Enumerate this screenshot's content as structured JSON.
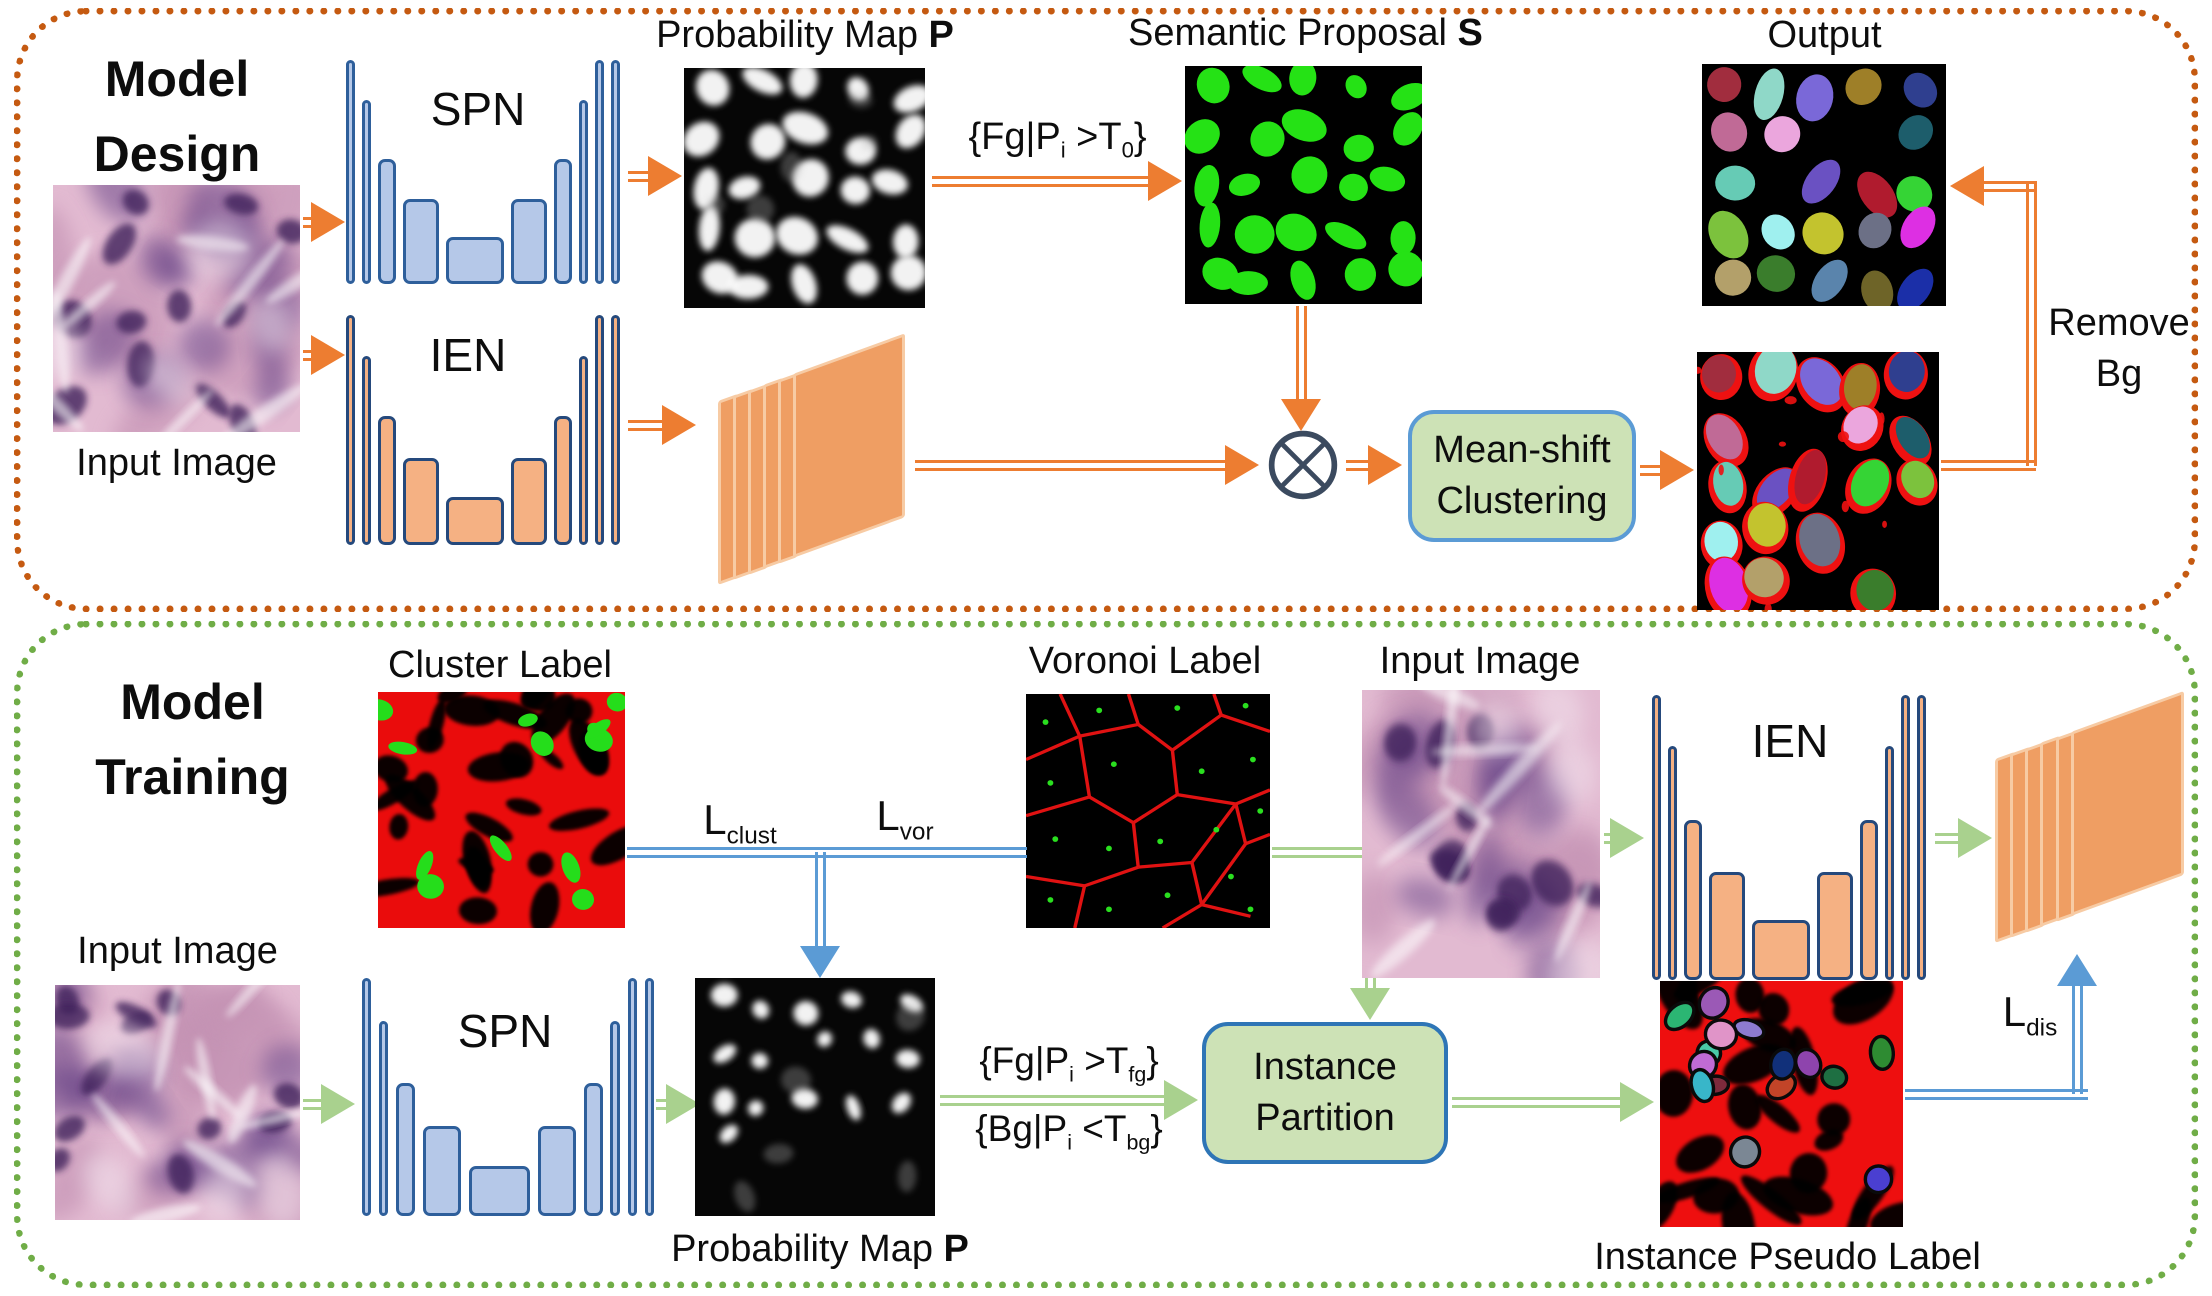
{
  "colors": {
    "design_border": "#c55a11",
    "training_border": "#70ad47",
    "orange_arrow": "#ed7d31",
    "green_arrow": "#a9d18e",
    "blue_line": "#5b9bd5",
    "spn_fill": "#b5c8e8",
    "spn_border": "#2e5f9b",
    "ien_fill": "#f5b183",
    "ien_border": "#25497c",
    "stack_fill": "#ef9e63",
    "stack_edge": "#f7cba4",
    "box_fill": "#cde2b6",
    "meanshift_border": "#5b9bd5",
    "partition_border": "#2e75b6",
    "otimes_stroke": "#3b4a5f"
  },
  "icons": {
    "multiply_icon": "⊗"
  },
  "design": {
    "title": [
      "Model",
      "Design"
    ],
    "input_image_label": "Input Image",
    "spn_label": "SPN",
    "ien_label": "IEN",
    "prob_map_label": {
      "text": "Probability Map ",
      "bold": "P"
    },
    "fg_rule": {
      "pre": "{Fg|P",
      "sub_i": "i",
      "mid": " >T",
      "sub_t": "0",
      "post": "}"
    },
    "semantic_label": {
      "text": "Semantic Proposal ",
      "bold": "S"
    },
    "output_label": "Output",
    "meanshift": [
      "Mean-shift",
      "Clustering"
    ],
    "remove_bg": [
      "Remove",
      "Bg"
    ]
  },
  "training": {
    "title": [
      "Model",
      "Training"
    ],
    "cluster_label": "Cluster Label",
    "voronoi_label": "Voronoi Label",
    "input_image_label_left": "Input Image",
    "input_image_label_right": "Input Image",
    "spn_label": "SPN",
    "ien_label": "IEN",
    "prob_map_label": {
      "text": "Probability Map ",
      "bold": "P"
    },
    "loss_clust": {
      "pre": "L",
      "sub": "clust"
    },
    "loss_vor": {
      "pre": "L",
      "sub": "vor"
    },
    "loss_dis": {
      "pre": "L",
      "sub": "dis"
    },
    "fg_rule": {
      "pre": "{Fg|P",
      "sub_i": "i",
      "mid": " >T",
      "sub_t": "fg",
      "post": "}"
    },
    "bg_rule": {
      "pre": "{Bg|P",
      "sub_i": "i",
      "mid": " <T",
      "sub_t": "bg",
      "post": "}"
    },
    "instance_partition": [
      "Instance",
      "Partition"
    ],
    "pseudo_label": "Instance Pseudo Label"
  }
}
